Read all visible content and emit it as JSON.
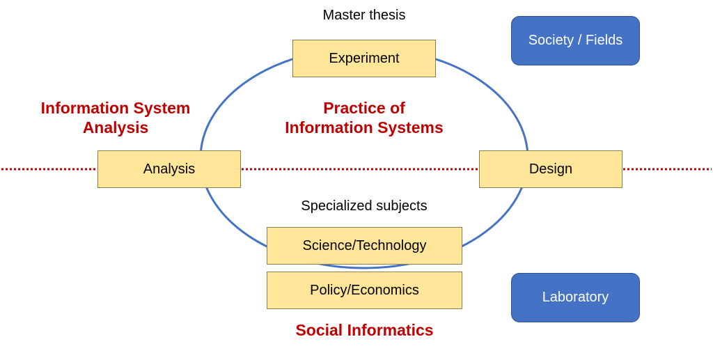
{
  "colors": {
    "box_fill": "#ffe699",
    "blue_box": "#4472c4",
    "ellipse": "#4472c4",
    "red_text": "#c00000",
    "dotted_line": "#c00000"
  },
  "labels": {
    "master_thesis": "Master thesis",
    "specialized_subjects": "Specialized subjects",
    "info_system_analysis_line1": "Information System",
    "info_system_analysis_line2": "Analysis",
    "practice_line1": "Practice of",
    "practice_line2": "Information Systems",
    "social_informatics": "Social Informatics"
  },
  "boxes": {
    "experiment": "Experiment",
    "analysis": "Analysis",
    "design": "Design",
    "science_technology": "Science/Technology",
    "policy_economics": "Policy/Economics"
  },
  "blue_boxes": {
    "society_fields": "Society / Fields",
    "laboratory": "Laboratory"
  }
}
